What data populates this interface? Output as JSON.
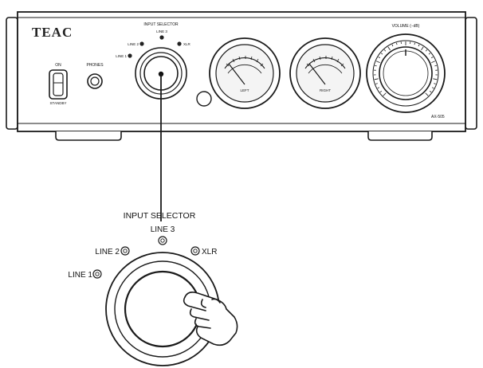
{
  "panel": {
    "brand": "TEAC",
    "model": "AX-505",
    "power": {
      "on_label": "ON",
      "standby_label": "STANDBY"
    },
    "phones_label": "PHONES",
    "selector": {
      "title": "INPUT SELECTOR",
      "line3": "LINE 3",
      "line2": "LINE 2",
      "line1": "LINE 1",
      "xlr": "XLR"
    },
    "meters": {
      "left_label": "LEFT",
      "right_label": "RIGHT"
    },
    "volume_label": "VOLUME (−dB)"
  },
  "callout": {
    "title": "INPUT SELECTOR",
    "line3": "LINE 3",
    "line2": "LINE 2",
    "line1": "LINE 1",
    "xlr": "XLR"
  },
  "colors": {
    "stroke": "#1a1a1a",
    "panel": "#ffffff",
    "meter_face": "#f4f4f4"
  }
}
